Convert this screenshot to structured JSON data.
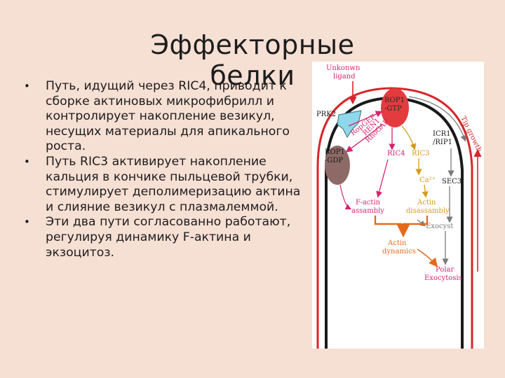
{
  "slide": {
    "title": "Эффекторные белки",
    "bullets": [
      "Путь, идущий через RIC4, приводит к сборке актиновых микрофибрилл и контролирует накопление везикул, несущих материалы для апикального роста.",
      "Путь RIC3 активирует накопление кальция в кончике пыльцевой трубки, стимулирует деполимеризацию актина и слияние везикул с плазмалеммой.",
      "Эти два пути согласованно работают, регулируя динамику F-актина и экзоцитоз."
    ]
  },
  "diagram": {
    "labels": {
      "unknown_ligand_1": "Unkonwn",
      "unknown_ligand_2": "ligand",
      "prk2": "PRK2",
      "rop1_gtp_1": "ROP1",
      "rop1_gtp_2": "-GTP",
      "rop1_gdp_1": "ROP1",
      "rop1_gdp_2": "-GDP",
      "ropgef": "RopGEF",
      "ren1_1": "REN1",
      "ren1_2": "RhoGAP",
      "tip_growth": "Tip growth",
      "icr1_1": "ICR1",
      "icr1_2": "/RIP1",
      "ric4": "RIC4",
      "ric3": "RIC3",
      "ca": "Ca²⁺",
      "sec3": "SEC3",
      "factin_1": "F-actin",
      "factin_2": "assambly",
      "actin_dis_1": "Actin",
      "actin_dis_2": "disassambly",
      "exocyst": "Exocyst",
      "actin_dyn_1": "Actin",
      "actin_dyn_2": "dynamics",
      "polar_exo_1": "Polar",
      "polar_exo_2": "Exocytosis"
    },
    "colors": {
      "membrane": "#1a1a1a",
      "wall": "#d8262a",
      "rop_gtp": "#e43b3e",
      "rop_gdp": "#8e6a66",
      "receptor": "#8fd7ea",
      "pink_text": "#d6246e",
      "orange": "#e46a1a",
      "gold": "#d69a16",
      "grey": "#7a7a7a"
    }
  }
}
